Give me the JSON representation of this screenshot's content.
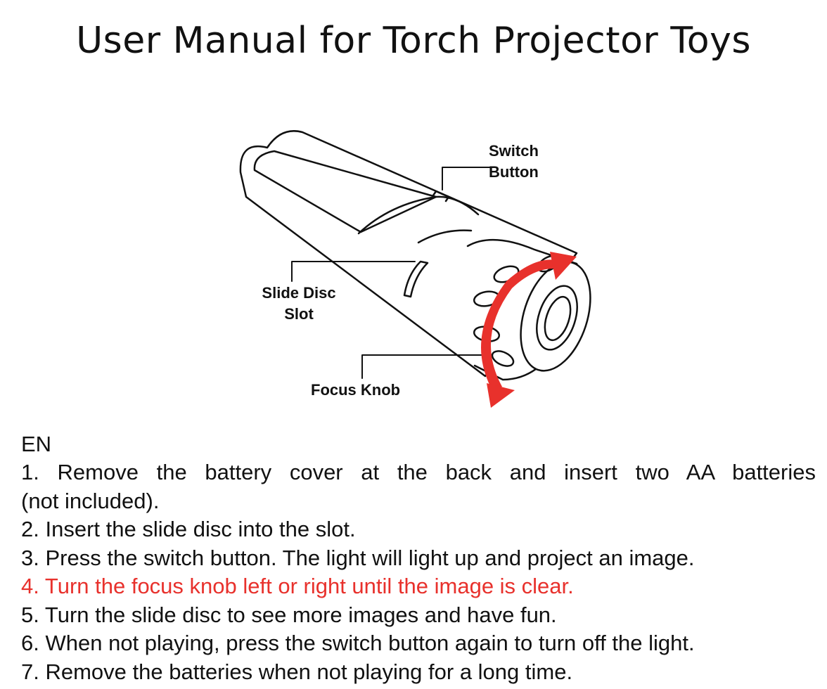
{
  "title": "User Manual for Torch Projector Toys",
  "diagram": {
    "labels": {
      "switch_button_line1": "Switch",
      "switch_button_line2": "Button",
      "slide_disc_slot_line1": "Slide Disc",
      "slide_disc_slot_line2": "Slot",
      "focus_knob": "Focus Knob"
    },
    "arrow_color": "#e8312c"
  },
  "language": "EN",
  "steps": [
    {
      "num": "1.",
      "line1": "Remove the battery cover at the back and insert two AA batteries",
      "line2": "(not included)."
    },
    {
      "num": "2.",
      "text": "Insert the slide disc into the slot."
    },
    {
      "num": "3.",
      "text": "Press the switch button. The light will light up and project an image."
    },
    {
      "num": "4.",
      "text": "Turn the focus knob left or right until the image is clear.",
      "highlight": true
    },
    {
      "num": "5.",
      "text": "Turn the slide disc to see more images and have fun."
    },
    {
      "num": "6.",
      "text": "When not playing, press the switch button again to turn off the light."
    },
    {
      "num": "7.",
      "text": "Remove the batteries when not playing for a long time."
    }
  ],
  "highlight_color": "#e8312c"
}
